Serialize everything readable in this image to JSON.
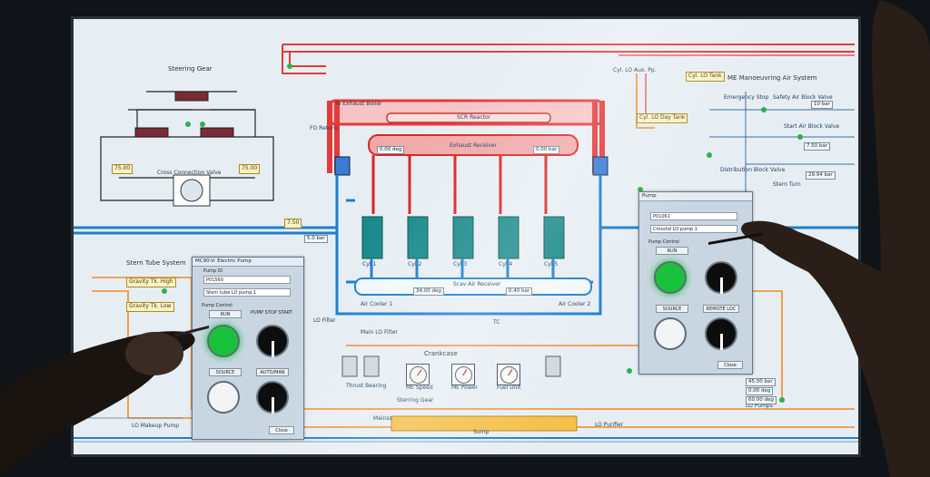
{
  "labels": {
    "steering_gear": "Steering Gear",
    "stern_tube_system": "Stern Tube System",
    "crankcase": "Crankcase",
    "me_manoeuvring_air_system": "ME Manoeuvring Air System",
    "exhaust_boiler": "To Exhaust Boiler",
    "scr_reactor": "SCR Reactor",
    "exhaust_receiver": "Exhaust Receiver",
    "scav_air_receiver": "Scav Air Receiver",
    "cross_connection_valve": "Cross Connection Valve",
    "sump": "Sump",
    "lo_purifier": "LO Purifier",
    "emergency_stop": "Emergency Stop",
    "safety_air_block_valve": "Safety Air Block Valve",
    "start_air_block_valve": "Start Air Block Valve",
    "distribution_block_valve": "Distribution Block Valve",
    "stern_turn": "Stern Turn",
    "cyl_lo_aux_pp": "Cyl. LO Aux. Pp.",
    "cyl_lo_day_tank": "Cyl. LO Day Tank",
    "cyl_lo_tank": "Cyl. LO Tank",
    "gravity_tk_high": "Gravity Tk. High",
    "gravity_tk_low": "Gravity Tk. Low",
    "lo_makeup_pump": "LO Makeup Pump",
    "lo_pumps": "LO Pumps",
    "air_cooler_1": "Air Cooler 1",
    "air_cooler_2": "Air Cooler 2",
    "main_lo_filter": "Main LO Filter",
    "thrust_bearing": "Thrust Bearing",
    "steering_gear_sub": "Sterring Gear",
    "main_ss": "Mainss",
    "fo_return": "FO Return",
    "lo_filter": "LO Filter",
    "turbo_label": "TC"
  },
  "values": {
    "v_75_left": "75.00",
    "v_75_right": "75.00",
    "v_750_pump": "7.50",
    "v_50_bar": "5.0 bar",
    "v_exh_recv": "0.00 deg",
    "v_exh_bar": "0.00 bar",
    "v_scav_deg": "34.00 deg",
    "v_scav_bar": "0.40 bar",
    "v_air_bar": "10 bar",
    "v_stern_bar": "29.94 bar",
    "v_start_bar": "7.50 bar",
    "v_right_a": "45.00 bar",
    "v_right_b": "0.00 deg",
    "v_right_c": "60.00 deg"
  },
  "gauges": {
    "me_speed": "ME Speed",
    "me_power": "ME Power",
    "fuel_unit": "Fuel Unit"
  },
  "cylinders": [
    "Cyl 1",
    "Cyl 2",
    "Cyl 3",
    "Cyl 4",
    "Cyl 5"
  ],
  "panel_left": {
    "title": "MC90-V: Electric Pump",
    "pump_id_label": "Pump ID",
    "pump_id": "P01560",
    "pump_name": "Stern tube LO pump 1",
    "pump_control_label": "Pump Control",
    "run_label": "RUN",
    "pump_stop_start_label": "PUMP STOP   START",
    "source_label": "SOURCE",
    "auto_man_label": "AUTO/MAN",
    "close_label": "Close"
  },
  "panel_right": {
    "title": "Pump",
    "pump_id": "P01061",
    "pump_name": "Crosshd LO pump 1",
    "pump_control_label": "Pump Control",
    "run_label": "RUN",
    "source_label": "SOURCE",
    "remote_loc_label": "REMOTE LOC",
    "close_label": "Close"
  },
  "colors": {
    "exhaust_red": "#e43a3a",
    "cooling_blue": "#1c7fd0",
    "lube_orange": "#f08a24",
    "lamp_on": "#18c23a",
    "lamp_off": "#f2f4f6",
    "screen_bg": "#e7eef3",
    "teal_cyl": "#1a8a8a"
  }
}
